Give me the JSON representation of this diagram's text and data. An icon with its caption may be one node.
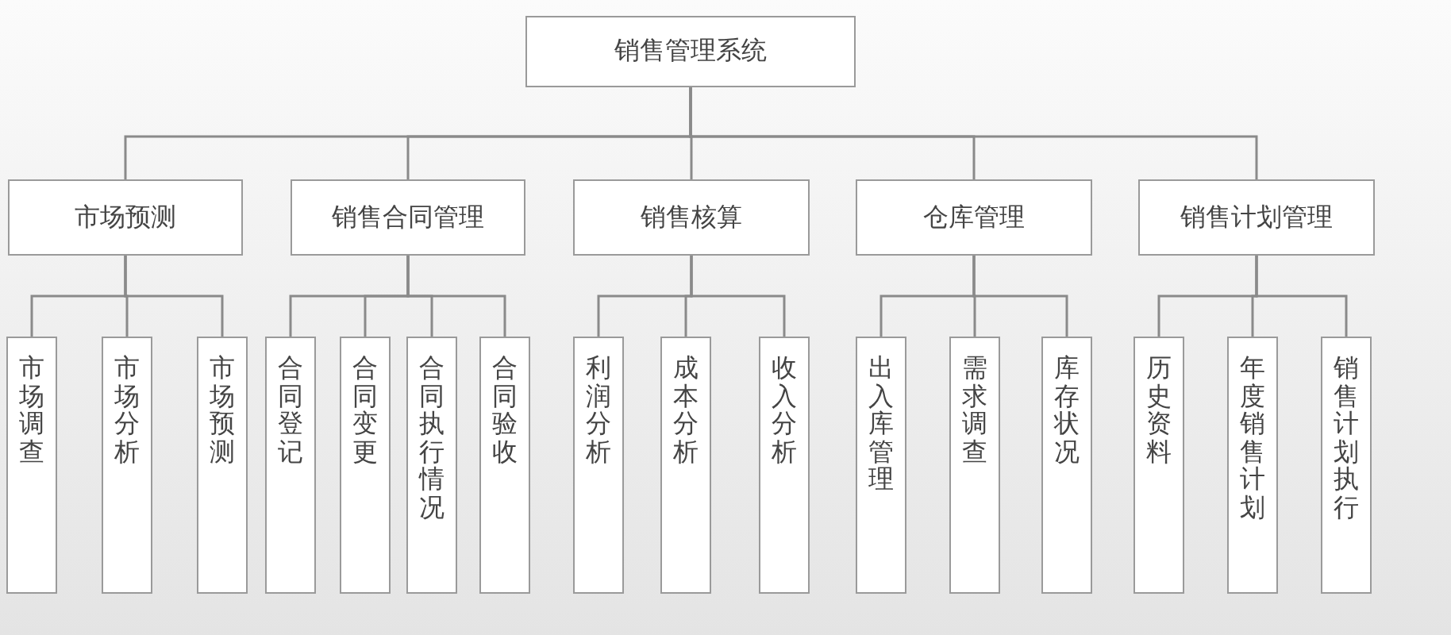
{
  "diagram": {
    "nodes": [
      {
        "text": [
          "销售管理系统"
        ]
      },
      {
        "text": [
          "市场预测"
        ]
      },
      {
        "text": [
          "销售合同管理"
        ]
      },
      {
        "text": [
          "销售核算"
        ]
      },
      {
        "text": [
          "仓库管理"
        ]
      },
      {
        "text": [
          "销售计划管理"
        ]
      },
      {
        "text": [
          "市场调查"
        ]
      },
      {
        "text": [
          "市场分析"
        ]
      },
      {
        "text": [
          "市场预测"
        ]
      },
      {
        "text": [
          "合同登记"
        ]
      },
      {
        "text": [
          "合同变更"
        ]
      },
      {
        "text": [
          "合同执行情况"
        ]
      },
      {
        "text": [
          "合同验收"
        ]
      },
      {
        "text": [
          "利润分析"
        ]
      },
      {
        "text": [
          "成本分析"
        ]
      },
      {
        "text": [
          "收入分析"
        ]
      },
      {
        "text": [
          "出入库管理"
        ]
      },
      {
        "text": [
          "需求调查"
        ]
      },
      {
        "text": [
          "库存状况"
        ]
      },
      {
        "text": [
          "历史资料"
        ]
      },
      {
        "text": [
          "年度销售计划"
        ]
      },
      {
        "text": [
          "销售计划执行"
        ]
      }
    ],
    "edges": [
      {
        "from": 0,
        "to": 1,
        "arrow": "none"
      },
      {
        "from": 0,
        "to": 2,
        "arrow": "none"
      },
      {
        "from": 0,
        "to": 3,
        "arrow": "none"
      },
      {
        "from": 0,
        "to": 4,
        "arrow": "none"
      },
      {
        "from": 0,
        "to": 5,
        "arrow": "none"
      },
      {
        "from": 1,
        "to": 6,
        "arrow": "none"
      },
      {
        "from": 1,
        "to": 7,
        "arrow": "none"
      },
      {
        "from": 1,
        "to": 8,
        "arrow": "none"
      },
      {
        "from": 2,
        "to": 9,
        "arrow": "none"
      },
      {
        "from": 2,
        "to": 10,
        "arrow": "none"
      },
      {
        "from": 2,
        "to": 11,
        "arrow": "none"
      },
      {
        "from": 2,
        "to": 12,
        "arrow": "none"
      },
      {
        "from": 3,
        "to": 13,
        "arrow": "none"
      },
      {
        "from": 3,
        "to": 14,
        "arrow": "none"
      },
      {
        "from": 3,
        "to": 15,
        "arrow": "none"
      },
      {
        "from": 4,
        "to": 16,
        "arrow": "none"
      },
      {
        "from": 4,
        "to": 17,
        "arrow": "none"
      },
      {
        "from": 4,
        "to": 18,
        "arrow": "none"
      },
      {
        "from": 5,
        "to": 19,
        "arrow": "none"
      },
      {
        "from": 5,
        "to": 20,
        "arrow": "none"
      },
      {
        "from": 5,
        "to": 21,
        "arrow": "none"
      }
    ]
  }
}
